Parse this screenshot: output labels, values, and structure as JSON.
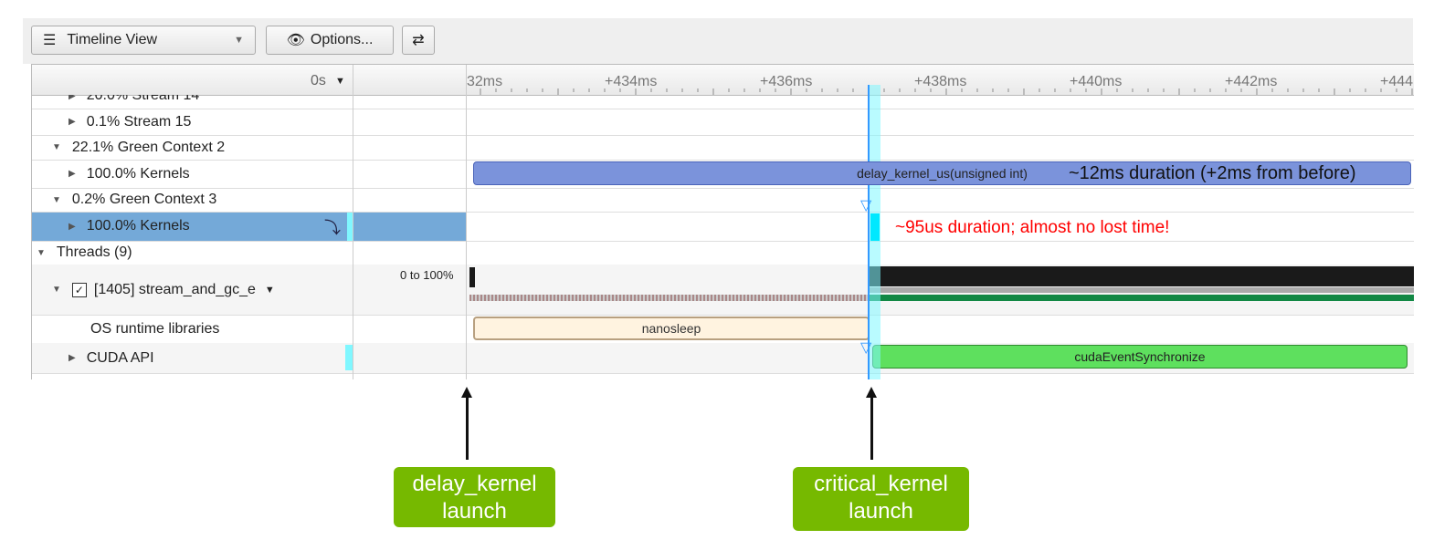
{
  "toolbar": {
    "view_label": "Timeline View",
    "options_label": "Options...",
    "swap_icon": "⇄"
  },
  "header": {
    "time_origin": "0s",
    "ticks": [
      "32ms",
      "+434ms",
      "+436ms",
      "+438ms",
      "+440ms",
      "+442ms",
      "+444"
    ]
  },
  "rows": {
    "stream14": "20.0% Stream 14",
    "stream15": "0.1% Stream 15",
    "gc2": "22.1% Green Context 2",
    "gc2_kernels": "100.0% Kernels",
    "gc3": "0.2% Green Context 3",
    "gc3_kernels": "100.0% Kernels",
    "threads": "Threads (9)",
    "thread": "[1405] stream_and_gc_e",
    "thread_range": "0 to 100%",
    "osrt": "OS runtime libraries",
    "cuda_api": "CUDA API"
  },
  "bars": {
    "delay_kernel": "delay_kernel_us(unsigned int)",
    "nanosleep": "nanosleep",
    "sync": "cudaEventSynchronize"
  },
  "annotations": {
    "delay_note": "~12ms duration (+2ms from  before)",
    "critical_note": "~95us duration; almost no lost time!",
    "delay_launch": "delay_kernel launch",
    "critical_launch": "critical_kernel launch"
  },
  "colors": {
    "selection": "#74a9d8",
    "kernel": "#7b93db",
    "cursor": "#80f7ff",
    "callout": "#76b900",
    "note_red": "#ff0000"
  }
}
